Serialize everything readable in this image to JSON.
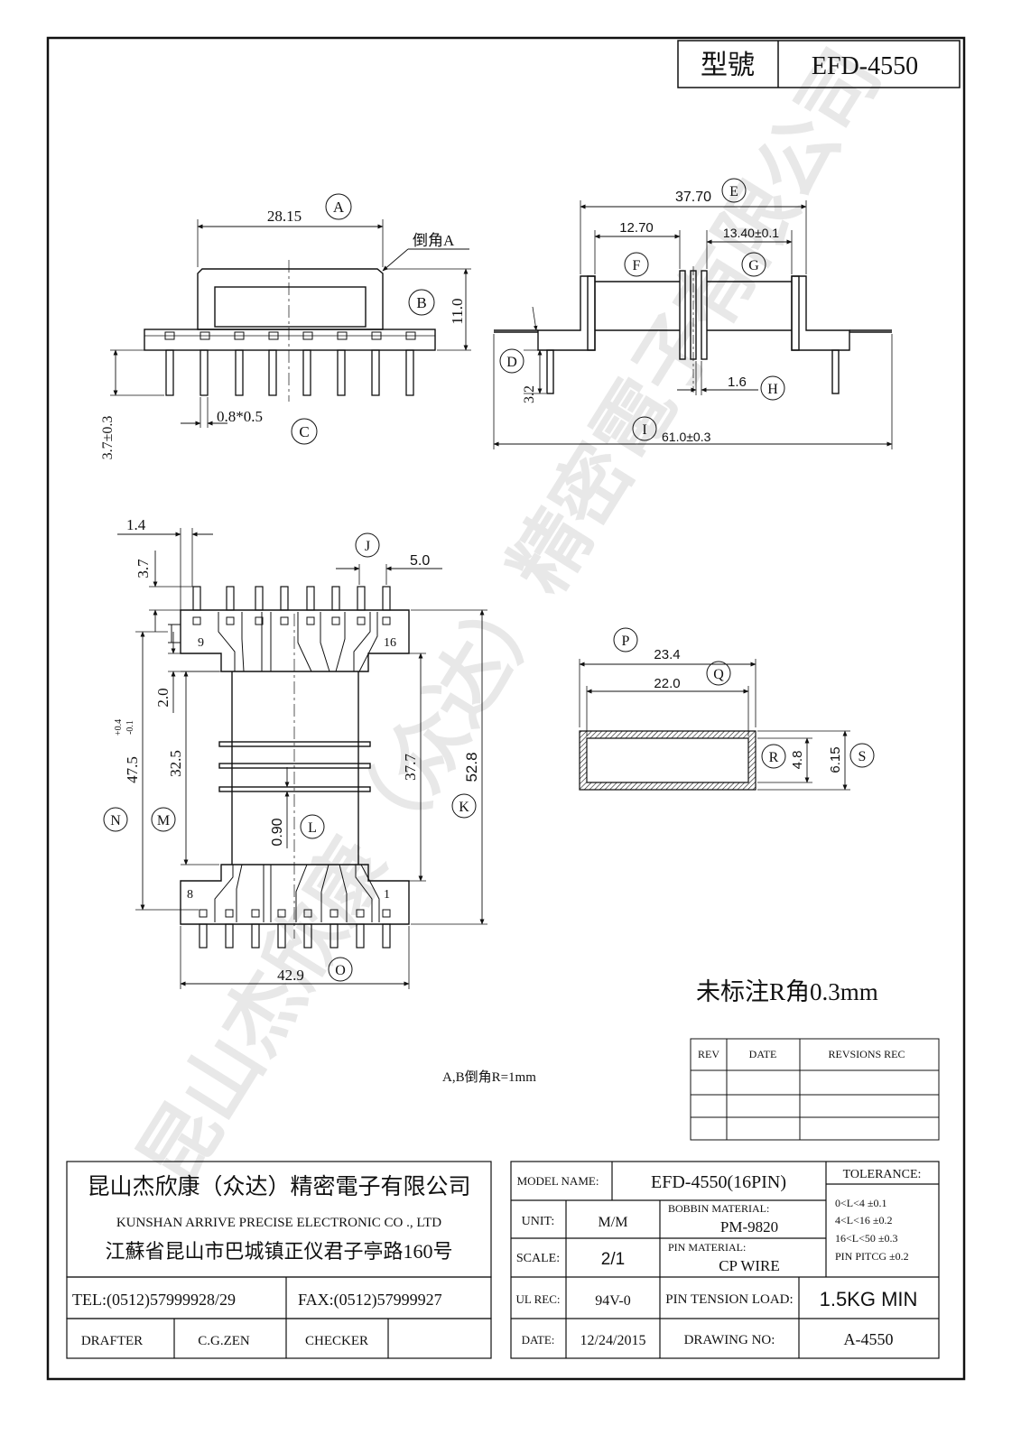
{
  "title_block": {
    "model_label": "型號",
    "model_value": "EFD-4550"
  },
  "top_view": {
    "dim_a": "28.15",
    "tag_a": "A",
    "chamfer_label": "倒角A",
    "dim_b": "11.0",
    "tag_b": "B",
    "dim_c": "0.8*0.5",
    "tag_c": "C",
    "dim_pin_len": "3.7±0.3"
  },
  "side_view": {
    "dim_e": "37.70",
    "tag_e": "E",
    "dim_f": "12.70",
    "tag_f": "F",
    "dim_g": "13.40±0.1",
    "tag_g": "G",
    "tag_d": "D",
    "dim_d": "3.2",
    "dim_h": "1.6",
    "tag_h": "H",
    "tag_i": "I",
    "dim_i": "61.0±0.3"
  },
  "bottom_view": {
    "dim_14": "1.4",
    "dim_37": "3.7",
    "tag_j": "J",
    "dim_j": "5.0",
    "pin_9": "9",
    "pin_16": "16",
    "pin_8": "8",
    "pin_1": "1",
    "dim_20": "2.0",
    "dim_475": "47.5",
    "tol_475_up": "+0.4",
    "tol_475_dn": "-0.1",
    "dim_325": "32.5",
    "dim_377": "37.7",
    "dim_528": "52.8",
    "tag_k": "K",
    "tag_n": "N",
    "tag_m": "M",
    "dim_090": "0.90",
    "tag_l": "L",
    "dim_o": "42.9",
    "tag_o": "O"
  },
  "section_view": {
    "tag_p": "P",
    "dim_p": "23.4",
    "dim_q": "22.0",
    "tag_q": "Q",
    "tag_r": "R",
    "dim_r": "4.8",
    "dim_s": "6.15",
    "tag_s": "S"
  },
  "notes": {
    "r_corner": "未标注R角0.3mm",
    "ab_chamfer": "A,B倒角R=1mm"
  },
  "revision_table": {
    "headers": [
      "REV",
      "DATE",
      "REVSIONS  REC"
    ]
  },
  "company": {
    "name_cn": "昆山杰欣康（众达）精密電子有限公司",
    "name_en": "KUNSHAN ARRIVE PRECISE ELECTRONIC CO ., LTD",
    "address": "江蘇省昆山市巴城镇正仪君子亭路160号",
    "tel": "TEL:(0512)57999928/29",
    "fax": "FAX:(0512)57999927",
    "drafter_label": "DRAFTER",
    "drafter": "C.G.ZEN",
    "checker_label": "CHECKER"
  },
  "spec": {
    "model_name_label": "MODEL NAME:",
    "model_name": "EFD-4550(16PIN)",
    "tolerance_label": "TOLERANCE:",
    "unit_label": "UNIT:",
    "unit": "M/M",
    "bobbin_label": "BOBBIN MATERIAL:",
    "bobbin": "PM-9820",
    "tol_1": "0<L<4    ±0.1",
    "tol_2": "4<L<16   ±0.2",
    "tol_3": "16<L<50  ±0.3",
    "tol_4": "PIN PITCG ±0.2",
    "scale_label": "SCALE:",
    "scale": "2/1",
    "pin_material_label": "PIN MATERIAL:",
    "pin_material": "CP WIRE",
    "ul_label": "UL REC:",
    "ul": "94V-0",
    "tension_label": "PIN TENSION LOAD:",
    "tension": "1.5KG MIN",
    "date_label": "DATE:",
    "date": "12/24/2015",
    "drawing_no_label": "DRAWING NO:",
    "drawing_no": "A-4550"
  },
  "watermark": "昆山杰欣康（众达）精密電子有限公司"
}
